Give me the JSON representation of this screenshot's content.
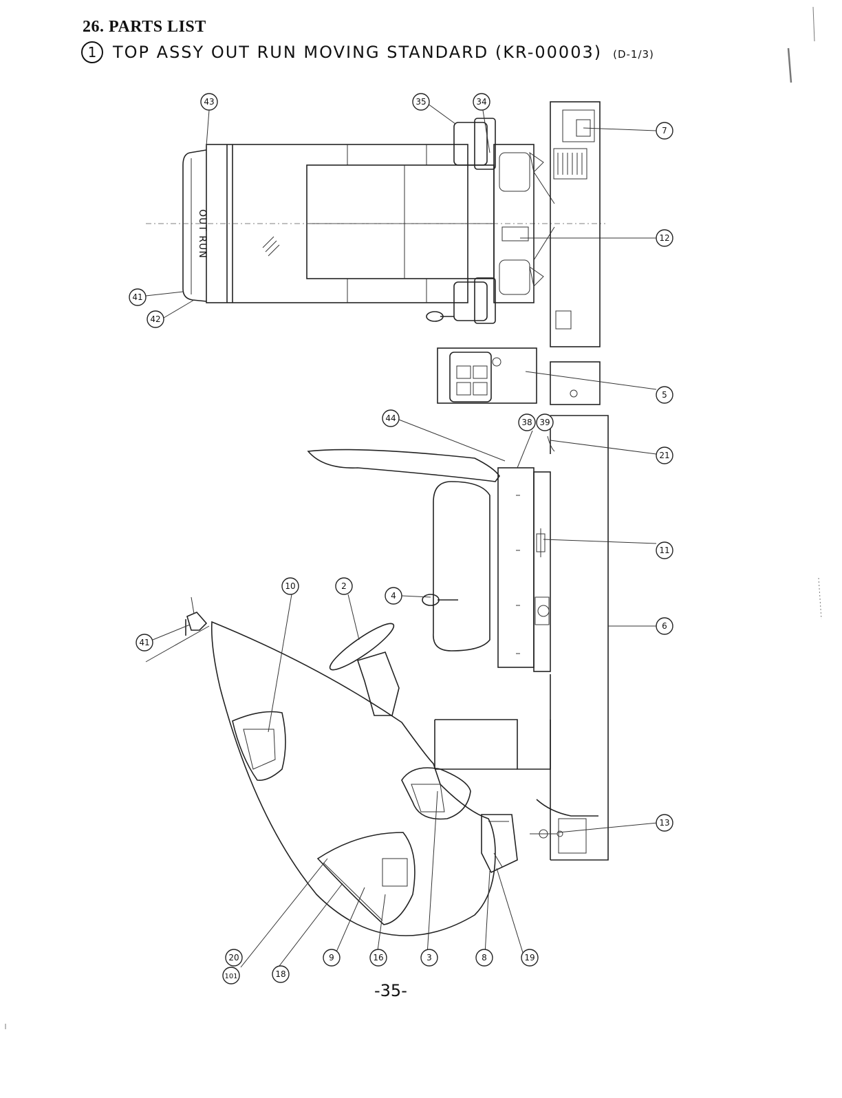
{
  "header": {
    "section": "26. PARTS LIST",
    "item_number": "1",
    "title": "TOP ASSY OUT RUN MOVING STANDARD (KR-00003)",
    "sheet_ref": "(D-1/3)"
  },
  "drawing": {
    "cabinet_marking": "OUT RUN"
  },
  "callouts": {
    "c43": "43",
    "c35": "35",
    "c34": "34",
    "c7": "7",
    "c12": "12",
    "c41_top": "41",
    "c42": "42",
    "c5": "5",
    "c44": "44",
    "c38": "38",
    "c39": "39",
    "c21": "21",
    "c11": "11",
    "c4": "4",
    "c2": "2",
    "c10": "10",
    "c6": "6",
    "c41_bottom": "41",
    "c101": "101",
    "c20": "20",
    "c18": "18",
    "c9": "9",
    "c16": "16",
    "c3": "3",
    "c8": "8",
    "c19": "19",
    "c13": "13"
  },
  "footer": {
    "page_number": "-35-"
  }
}
